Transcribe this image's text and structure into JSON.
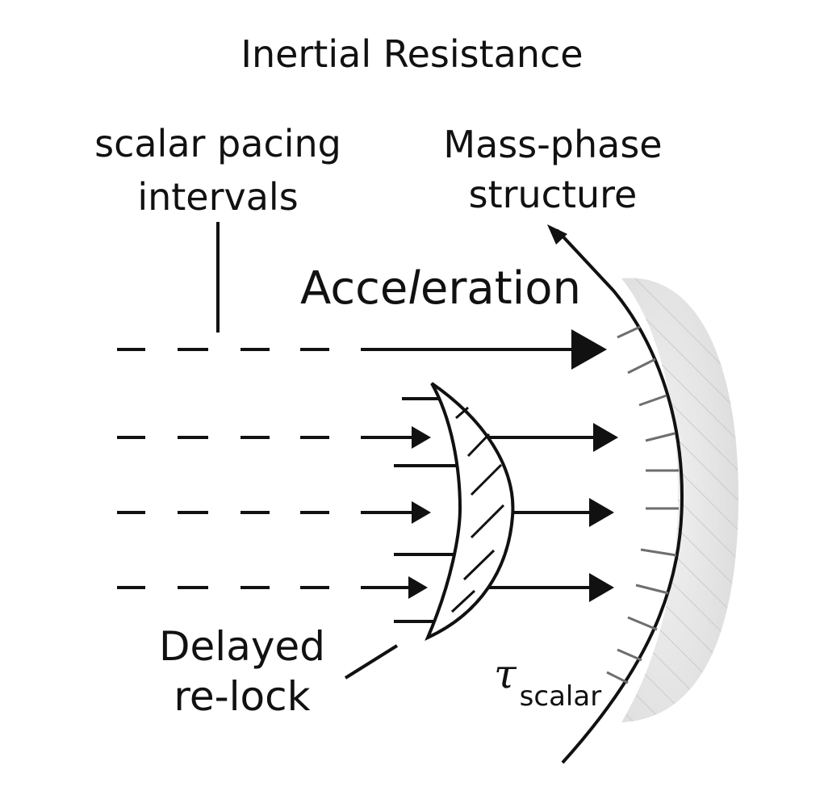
{
  "title": "Inertial Resistance",
  "labels": {
    "scalar_pacing": "scalar pacing intervals",
    "mass_phase": "Mass-phase structure",
    "acceleration_prefix": "Acce",
    "acceleration_italic": "l",
    "acceleration_suffix": "eration",
    "delayed_relock": "Delayed re-lock",
    "tau_symbol": "τ",
    "tau_subscript": "scalar"
  },
  "colors": {
    "ink": "#111111",
    "mass_fill": "#e6e6e6",
    "hatch": "#c4c4c4",
    "tick": "#6e6e6e"
  }
}
